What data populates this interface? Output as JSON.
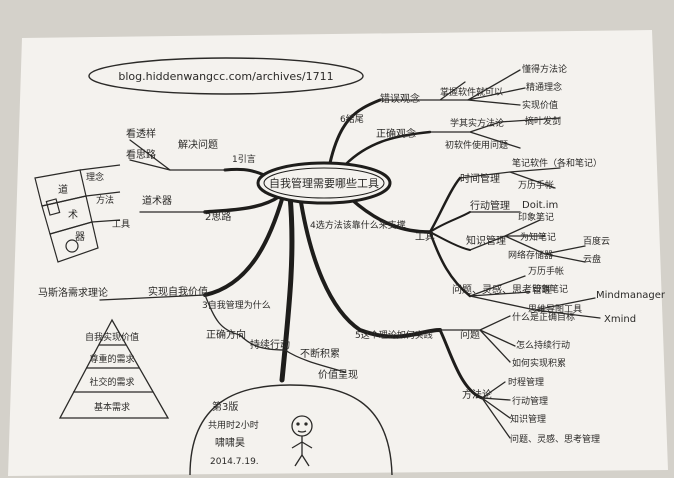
{
  "url": "blog.hiddenwangcc.com/archives/1711",
  "central": "自我管理需要哪些工具",
  "branches": {
    "b1": {
      "label": "1引言",
      "item": "解决问题",
      "sub": [
        "看透样",
        "看思路"
      ]
    },
    "b2": {
      "label": "2思路",
      "item": "道术器",
      "grid": [
        "道",
        "术",
        "器"
      ],
      "grid_labels": [
        "理念",
        "方法",
        "工具"
      ]
    },
    "b3": {
      "label": "3自我管理为什么",
      "item1": "实现自我价值",
      "maslow": "马斯洛需求理论",
      "item2": "正确方向",
      "item3": "持续行动",
      "item4": "不断积累",
      "item5": "价值呈现",
      "pyramid": [
        "自我实现价值",
        "尊重的需求",
        "社交的需求",
        "基本需求"
      ]
    },
    "b4": {
      "label": "4选方法该靠什么来支撑",
      "tools": "工具",
      "time": "时间管理",
      "time_items": [
        "笔记软件（各和笔记）",
        "万历手帐"
      ],
      "action": "行动管理",
      "action_items": [
        "Doit.im"
      ],
      "knowledge": "知识管理",
      "knowledge_items": [
        "印象笔记",
        "为知笔记",
        "网络存储器"
      ],
      "storage": [
        "百度云",
        "云盘"
      ],
      "problem": "问题、灵感、思考管理",
      "problem_items": [
        "万历手帐",
        "印象笔记",
        "思维导图工具"
      ],
      "mindmap_tools": [
        "Mindmanager",
        "Xmind"
      ]
    },
    "b5": {
      "label": "5这个理论如何实践",
      "problems": "问题",
      "problem_items": [
        "什么是正确目标",
        "怎么持续行动",
        "如何实现积累"
      ],
      "method": "方法论",
      "method_items": [
        "时程管理",
        "行动管理",
        "知识管理",
        "问题、灵感、思考管理"
      ]
    },
    "b6": {
      "label": "6结尾",
      "wrong": "错误观念",
      "wrong_item": "掌握软件就可以",
      "wrong_sub": [
        "懂得方法论",
        "精通理念",
        "实现价值"
      ],
      "right": "正确观念",
      "right_item1": "学其实方法论",
      "right_item1_sub": "摘叶发剑",
      "right_item2": "初软件使用问题"
    }
  },
  "signature": [
    "第3版",
    "共用时2小时",
    "啸啸昊",
    "2014.7.19."
  ]
}
